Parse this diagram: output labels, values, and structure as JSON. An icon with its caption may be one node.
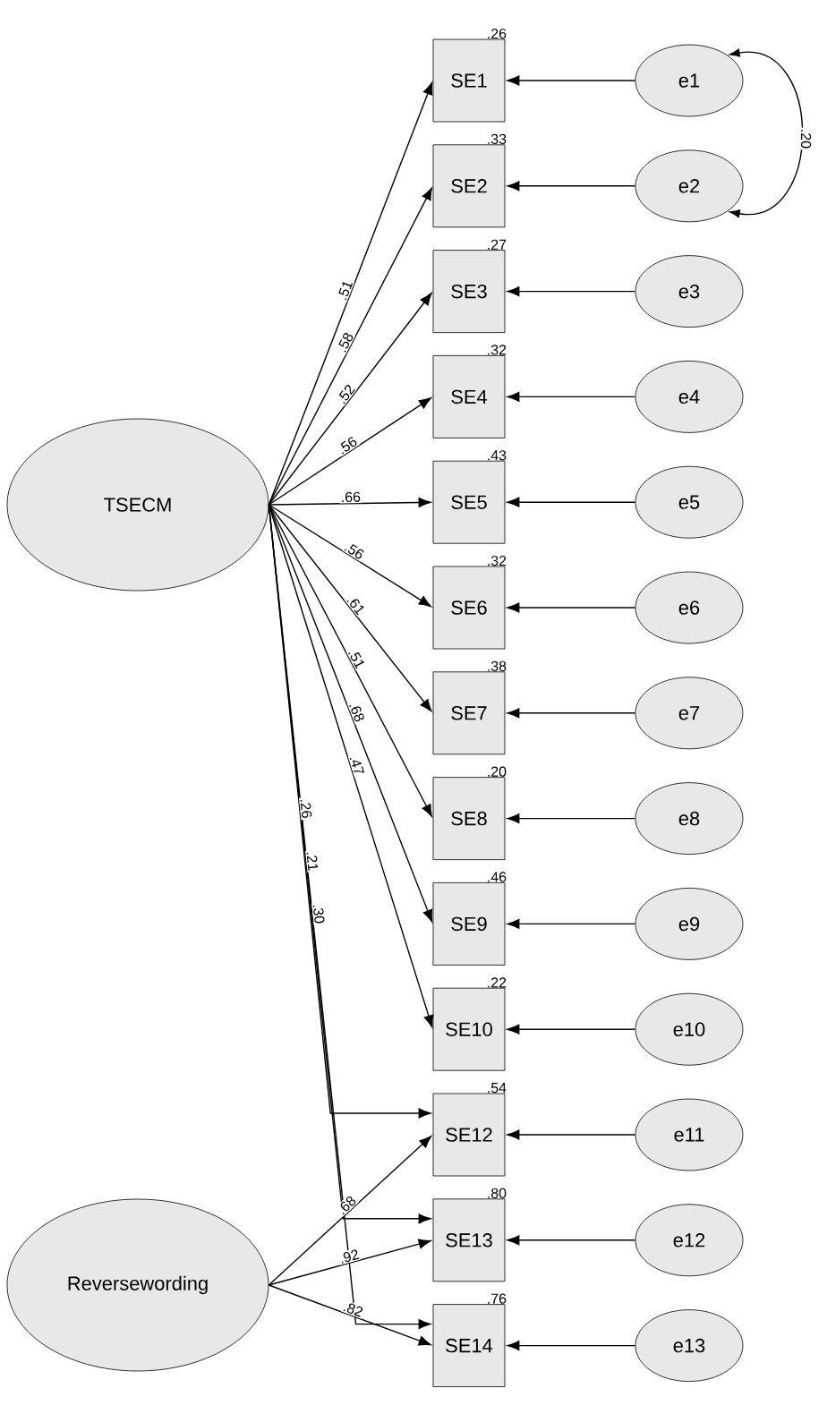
{
  "diagram": {
    "nodes": [
      {
        "text": [
          "TSECM"
        ]
      },
      {
        "text": [
          "Reversewording"
        ]
      },
      {
        "text": [
          "SE1"
        ],
        "beside": [
          ".26"
        ]
      },
      {
        "text": [
          "SE2"
        ],
        "beside": [
          ".33"
        ]
      },
      {
        "text": [
          "SE3"
        ],
        "beside": [
          ".27"
        ]
      },
      {
        "text": [
          "SE4"
        ],
        "beside": [
          ".32"
        ]
      },
      {
        "text": [
          "SE5"
        ],
        "beside": [
          ".43"
        ]
      },
      {
        "text": [
          "SE6"
        ],
        "beside": [
          ".32"
        ]
      },
      {
        "text": [
          "SE7"
        ],
        "beside": [
          ".38"
        ]
      },
      {
        "text": [
          "SE8"
        ],
        "beside": [
          ".20"
        ]
      },
      {
        "text": [
          "SE9"
        ],
        "beside": [
          ".46"
        ]
      },
      {
        "text": [
          "SE10"
        ],
        "beside": [
          ".22"
        ]
      },
      {
        "text": [
          "SE12"
        ],
        "beside": [
          ".54"
        ]
      },
      {
        "text": [
          "SE13"
        ],
        "beside": [
          ".80"
        ]
      },
      {
        "text": [
          "SE14"
        ],
        "beside": [
          ".76"
        ]
      },
      {
        "text": [
          "e1"
        ]
      },
      {
        "text": [
          "e2"
        ]
      },
      {
        "text": [
          "e3"
        ]
      },
      {
        "text": [
          "e4"
        ]
      },
      {
        "text": [
          "e5"
        ]
      },
      {
        "text": [
          "e6"
        ]
      },
      {
        "text": [
          "e7"
        ]
      },
      {
        "text": [
          "e8"
        ]
      },
      {
        "text": [
          "e9"
        ]
      },
      {
        "text": [
          "e10"
        ]
      },
      {
        "text": [
          "e11"
        ]
      },
      {
        "text": [
          "e12"
        ]
      },
      {
        "text": [
          "e13"
        ]
      }
    ],
    "edges": [
      {
        "from": 0,
        "to": 2,
        "arrow": "to",
        "label": ".51"
      },
      {
        "from": 0,
        "to": 3,
        "arrow": "to",
        "label": ".58"
      },
      {
        "from": 0,
        "to": 4,
        "arrow": "to",
        "label": ".52"
      },
      {
        "from": 0,
        "to": 5,
        "arrow": "to",
        "label": ".56"
      },
      {
        "from": 0,
        "to": 6,
        "arrow": "to",
        "label": ".66"
      },
      {
        "from": 0,
        "to": 7,
        "arrow": "to",
        "label": ".56"
      },
      {
        "from": 0,
        "to": 8,
        "arrow": "to",
        "label": ".61"
      },
      {
        "from": 0,
        "to": 9,
        "arrow": "to",
        "label": ".51"
      },
      {
        "from": 0,
        "to": 10,
        "arrow": "to",
        "label": ".68"
      },
      {
        "from": 0,
        "to": 11,
        "arrow": "to",
        "label": ".47"
      },
      {
        "from": 0,
        "to": 12,
        "arrow": "to",
        "label": ".26"
      },
      {
        "from": 0,
        "to": 13,
        "arrow": "to",
        "label": ".21"
      },
      {
        "from": 0,
        "to": 14,
        "arrow": "to",
        "label": ".30"
      },
      {
        "from": 1,
        "to": 12,
        "arrow": "to",
        "label": ".68"
      },
      {
        "from": 1,
        "to": 13,
        "arrow": "to",
        "label": ".92"
      },
      {
        "from": 1,
        "to": 14,
        "arrow": "to",
        "label": ".82"
      },
      {
        "from": 15,
        "to": 2,
        "arrow": "to"
      },
      {
        "from": 16,
        "to": 3,
        "arrow": "to"
      },
      {
        "from": 17,
        "to": 4,
        "arrow": "to"
      },
      {
        "from": 18,
        "to": 5,
        "arrow": "to"
      },
      {
        "from": 19,
        "to": 6,
        "arrow": "to"
      },
      {
        "from": 20,
        "to": 7,
        "arrow": "to"
      },
      {
        "from": 21,
        "to": 8,
        "arrow": "to"
      },
      {
        "from": 22,
        "to": 9,
        "arrow": "to"
      },
      {
        "from": 23,
        "to": 10,
        "arrow": "to"
      },
      {
        "from": 24,
        "to": 11,
        "arrow": "to"
      },
      {
        "from": 25,
        "to": 12,
        "arrow": "to"
      },
      {
        "from": 26,
        "to": 13,
        "arrow": "to"
      },
      {
        "from": 27,
        "to": 14,
        "arrow": "to"
      },
      {
        "from": 15,
        "to": 16,
        "arrow": "both",
        "label": ".20"
      }
    ]
  }
}
